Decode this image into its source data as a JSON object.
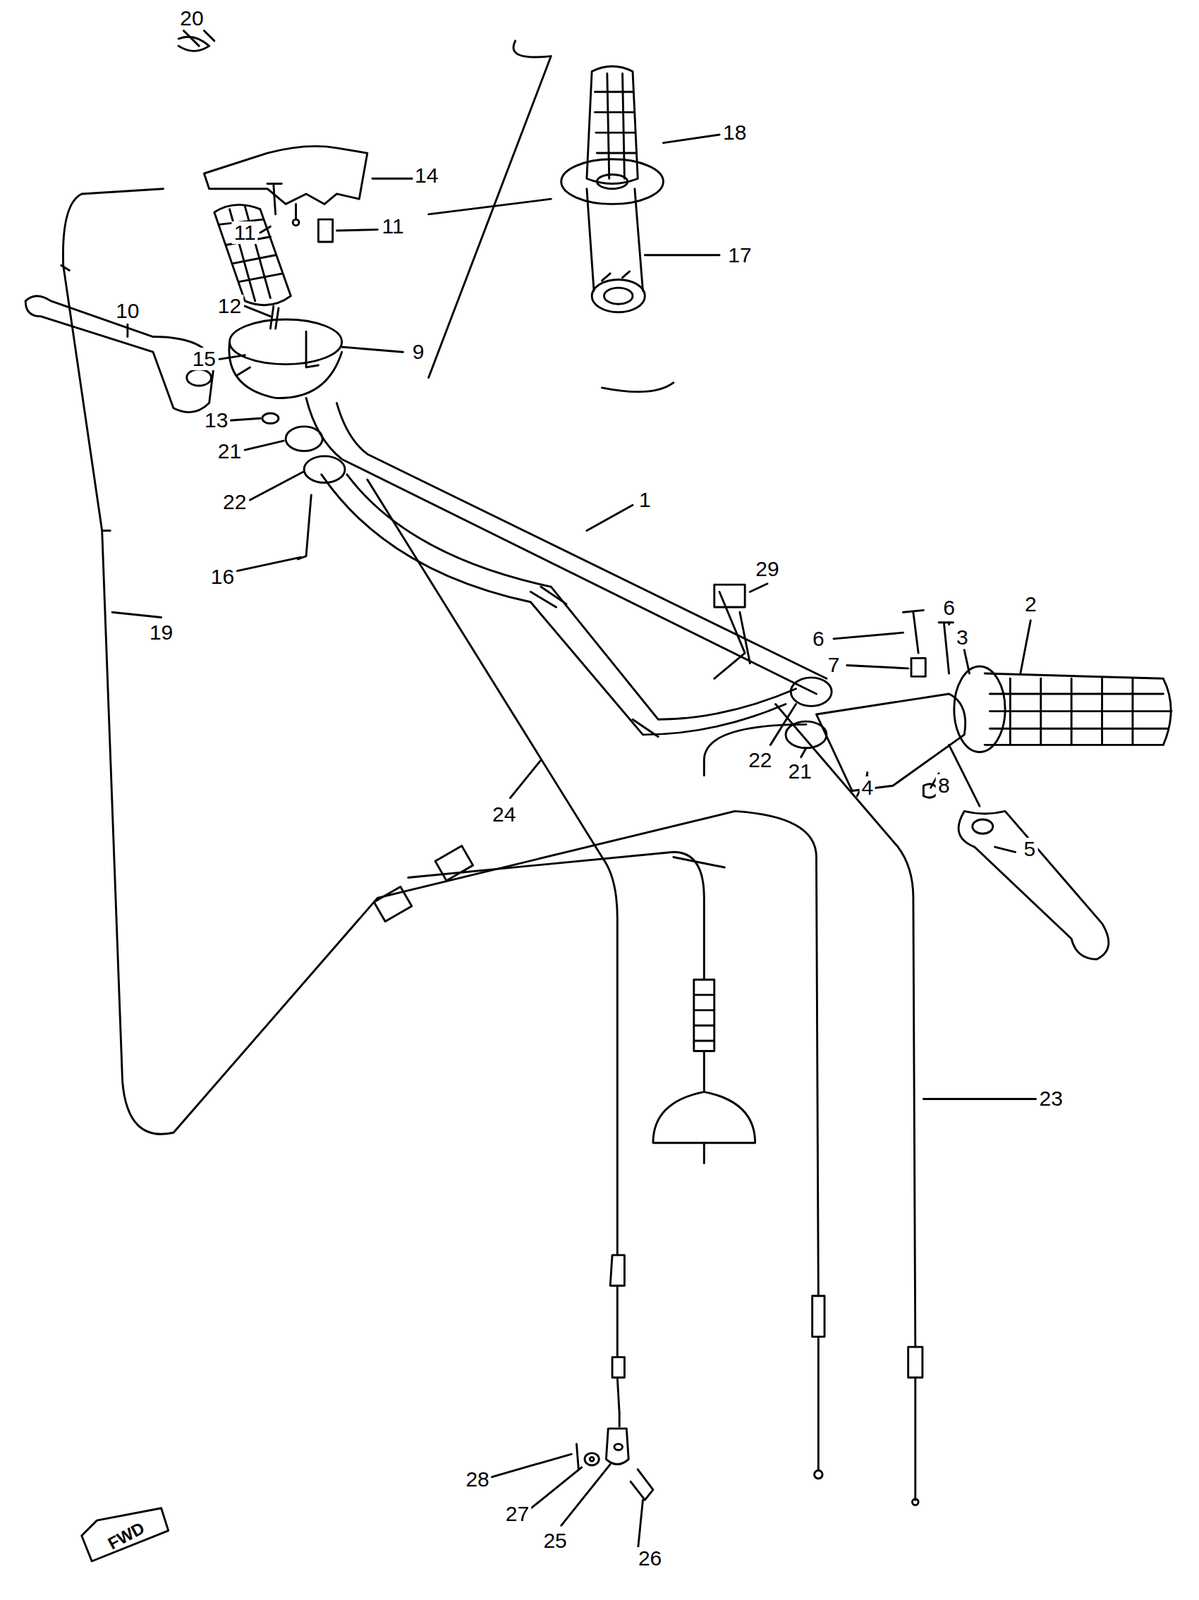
{
  "diagram": {
    "labels": [
      "20",
      "18",
      "14",
      "11",
      "11",
      "17",
      "12",
      "15",
      "9",
      "10",
      "13",
      "21",
      "22",
      "16",
      "1",
      "29",
      "6",
      "6",
      "7",
      "3",
      "2",
      "19",
      "22",
      "21",
      "4",
      "8",
      "24",
      "5",
      "23",
      "28",
      "27",
      "25",
      "26",
      "FWD"
    ]
  }
}
